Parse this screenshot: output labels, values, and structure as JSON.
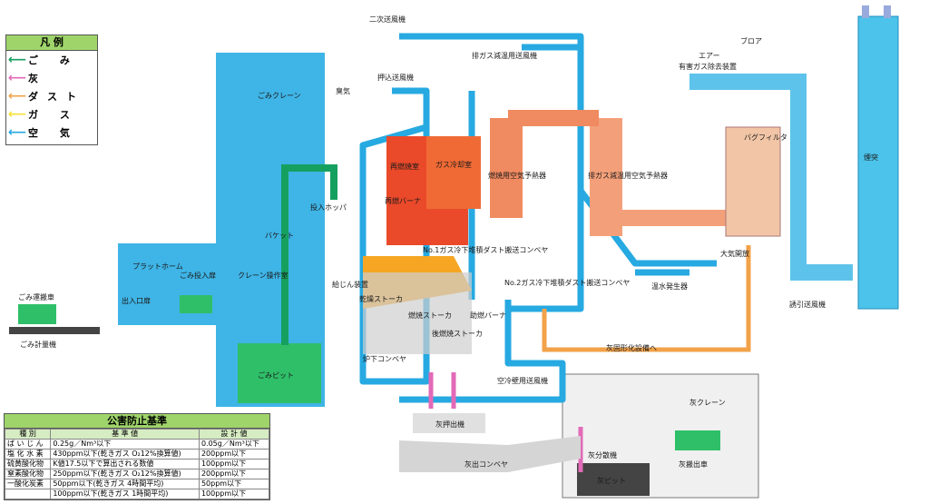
{
  "legend": {
    "title": "凡 例",
    "items": [
      {
        "label": "ご み",
        "color": "#16a060"
      },
      {
        "label": "灰",
        "color": "#e26ab8"
      },
      {
        "label": "ダスト",
        "color": "#f2a24a"
      },
      {
        "label": "ガ ス",
        "color": "#f5e23a"
      },
      {
        "label": "空 気",
        "color": "#27a9e1"
      }
    ]
  },
  "labels": {
    "secondary_fan": "二次送風機",
    "gas_cool_fan": "排ガス減温用送風機",
    "blower": "ブロア",
    "air": "エアー",
    "harmful_gas": "有害ガス除去装置",
    "push_fan": "押込送風機",
    "exhaust": "臭気",
    "crane": "ごみクレーン",
    "reburn": "再燃焼室",
    "gas_cool": "ガス冷却室",
    "reburn_burner": "再燃バーナ",
    "combustion_air_preheater": "燃焼用空気予熱器",
    "gas_air_preheater": "排ガス減温用空気予熱器",
    "bag_filter": "バグフィルタ",
    "chimney": "煙突",
    "hopper": "投入ホッパ",
    "bucket": "バケット",
    "no1_conv": "No.1ガス冷下堆積ダスト搬送コンベヤ",
    "no2_conv": "No.2ガス冷下堆積ダスト搬送コンベヤ",
    "atmosphere": "大気開放",
    "hot_water": "温水発生器",
    "induced_fan": "誘引送風機",
    "platform": "プラットホーム",
    "door": "ごみ投入扉",
    "crane_room": "クレーン操作室",
    "entrance": "出入口扉",
    "truck": "ごみ運搬車",
    "scale": "ごみ計量機",
    "feeder": "給じん装置",
    "dry_stoker": "乾燥ストーカ",
    "burn_stoker": "燃焼ストーカ",
    "after_stoker": "後燃焼ストーカ",
    "aux_burner": "助燃バーナ",
    "furnace_conv": "炉下コンベヤ",
    "pit": "ごみピット",
    "cool_wall_fan": "空冷壁用送風機",
    "solidify": "灰固形化設備へ",
    "ash_extractor": "灰押出機",
    "ash_conv": "灰出コンベヤ",
    "ash_crane": "灰クレーン",
    "ash_spreader": "灰分散機",
    "ash_pit": "灰ピット",
    "ash_truck": "灰搬出車"
  },
  "standards": {
    "title": "公害防止基準",
    "headers": [
      "種 別",
      "基 準 値",
      "設 計 値"
    ],
    "rows": [
      [
        "ば い じ ん",
        "0.25g／Nm³以下",
        "0.05g／Nm³以下"
      ],
      [
        "塩 化 水 素",
        "430ppm以下(乾きガス O₂12%換算値)",
        "200ppm以下"
      ],
      [
        "硫黄酸化物",
        "K値17.5以下で算出される数値",
        "100ppm以下"
      ],
      [
        "窒素酸化物",
        "250ppm以下(乾きガス O₂12%換算値)",
        "200ppm以下"
      ],
      [
        "一酸化炭素",
        "50ppm以下(乾きガス 4時間平均)",
        "50ppm以下"
      ],
      [
        "",
        "100ppm以下(乾きガス 1時間平均)",
        "100ppm以下"
      ]
    ]
  }
}
